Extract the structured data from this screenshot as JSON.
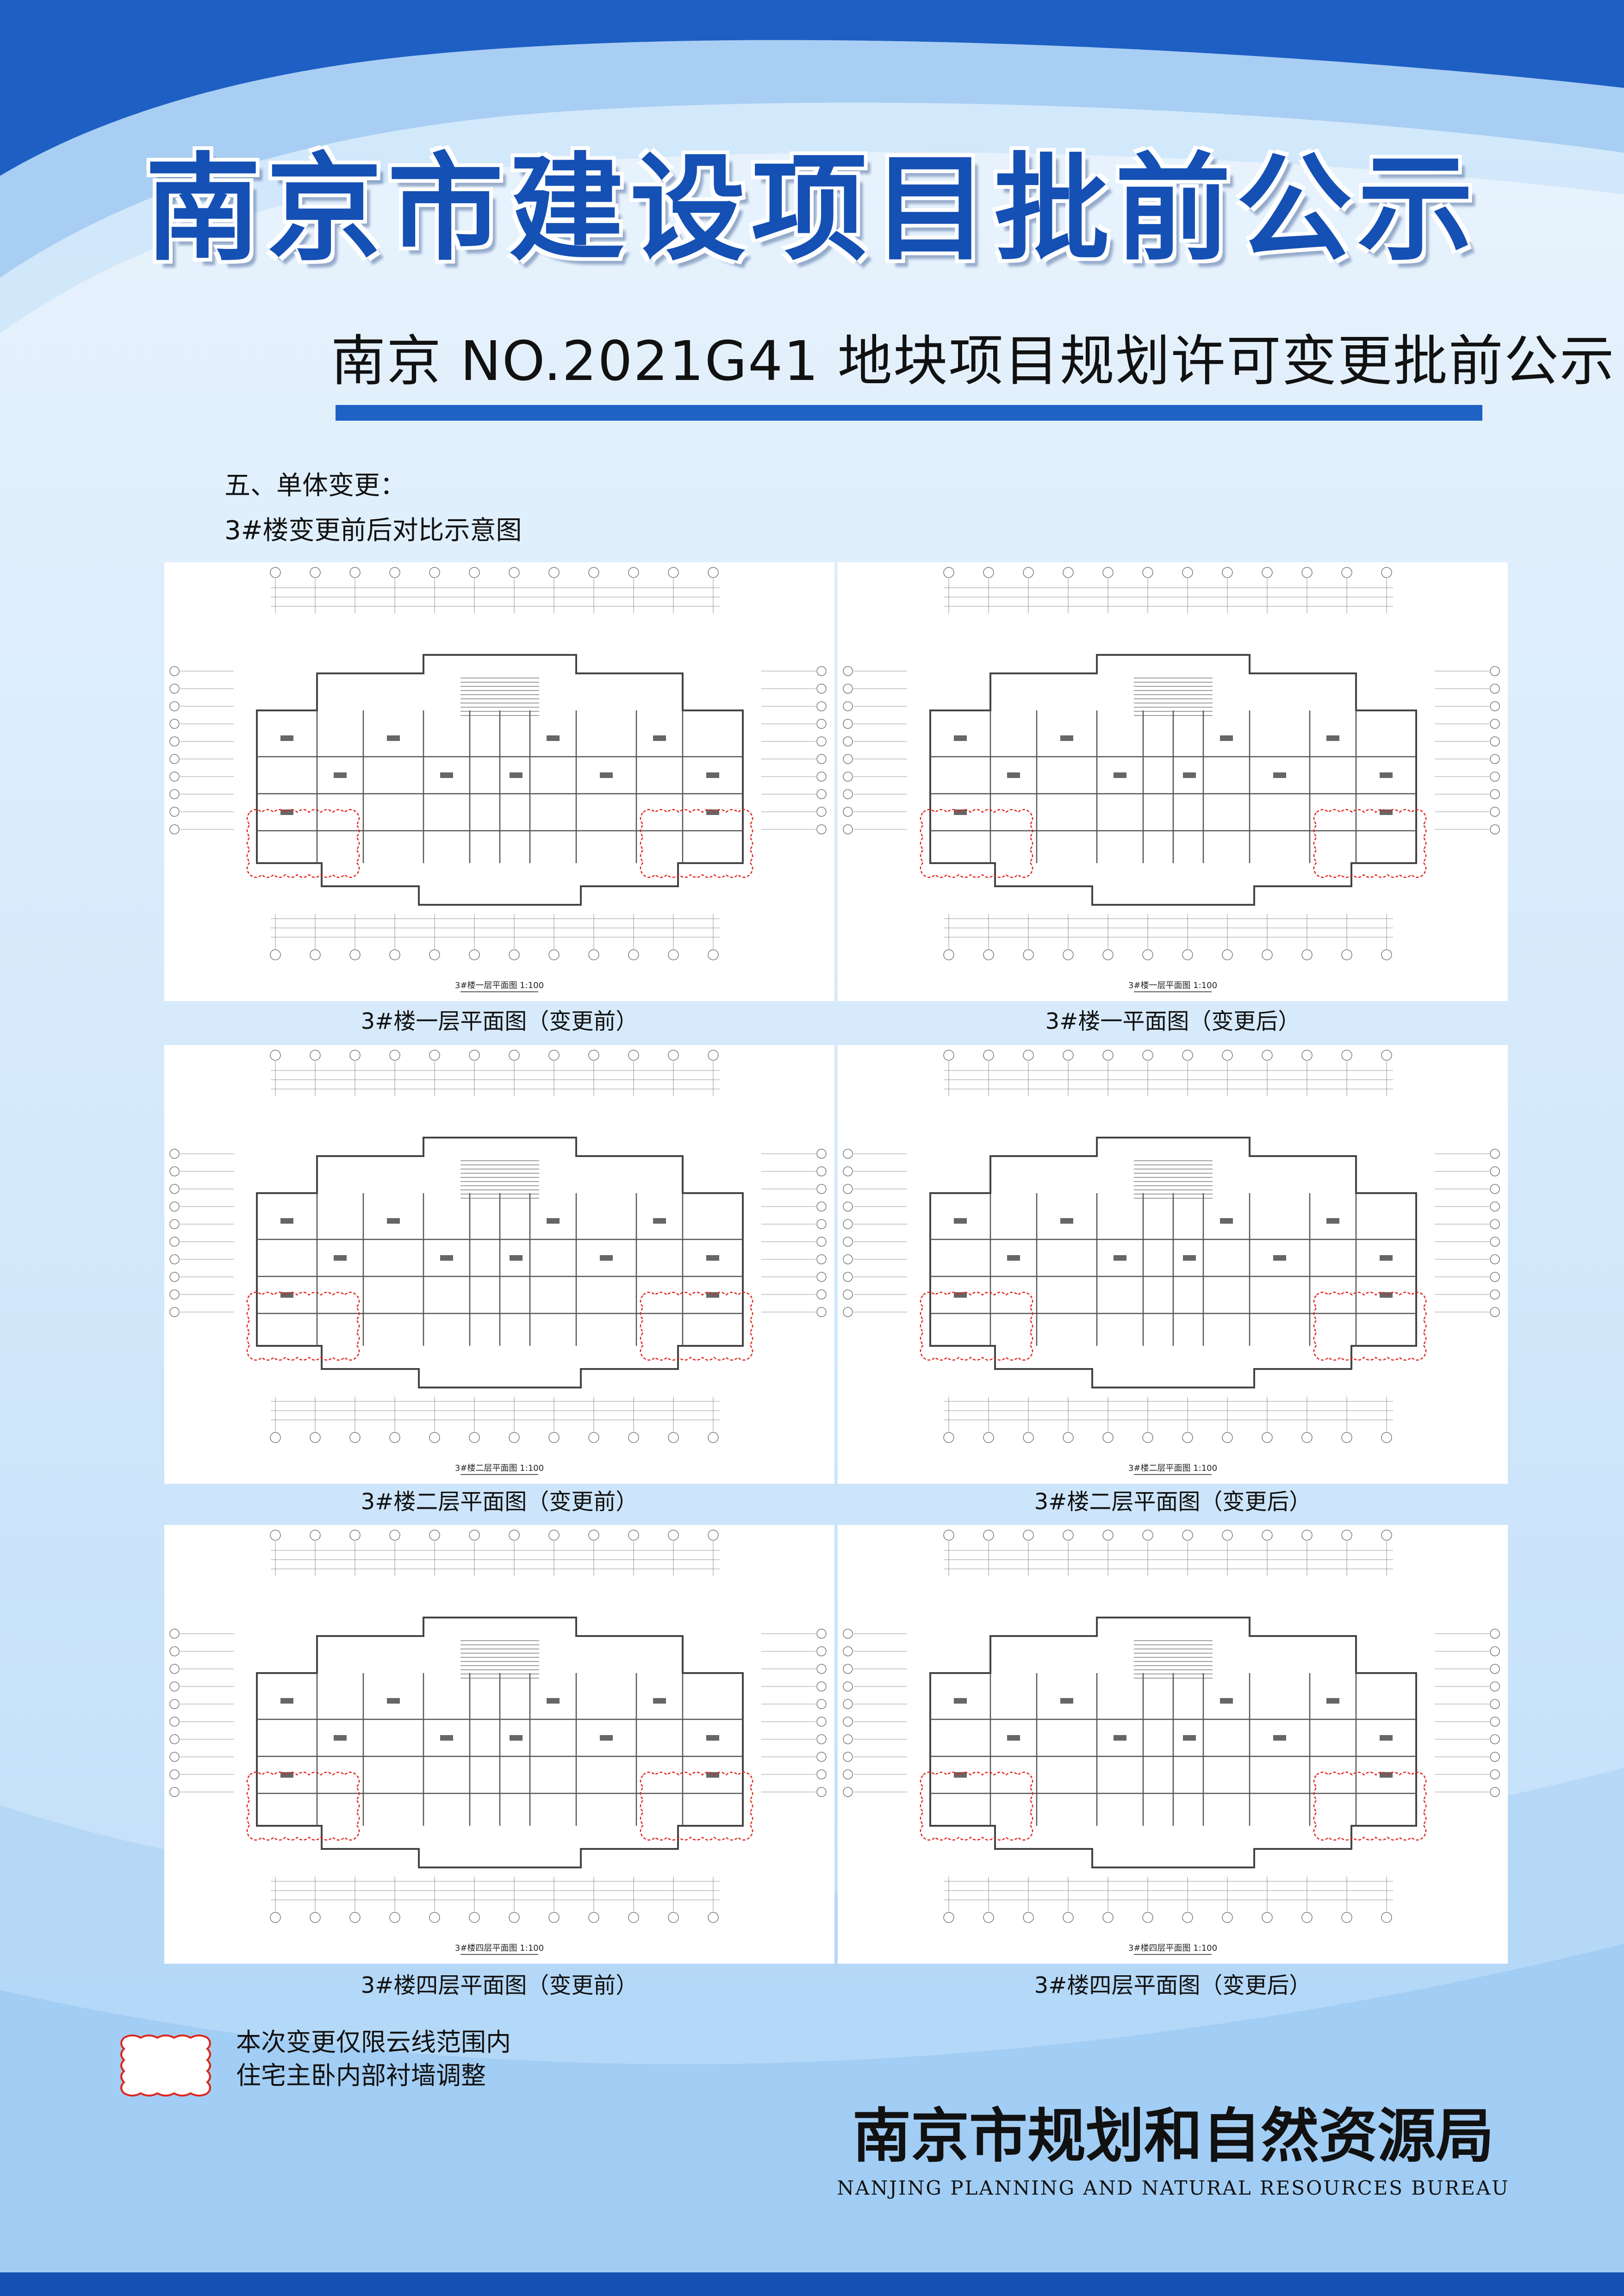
{
  "header": {
    "main_title": "南京市建设项目批前公示",
    "sub_title": "南京 NO.2021G41 地块项目规划许可变更批前公示"
  },
  "section": {
    "heading": "五、单体变更：",
    "subheading": "3#楼变更前后对比示意图"
  },
  "panels": [
    {
      "caption": "3#楼一层平面图（变更前）",
      "drawing_label": "3#楼一层平面图"
    },
    {
      "caption": "3#楼一平面图（变更后）",
      "drawing_label": "3#楼一层平面图"
    },
    {
      "caption": "3#楼二层平面图（变更前）",
      "drawing_label": "3#楼二层平面图"
    },
    {
      "caption": "3#楼二层平面图（变更后）",
      "drawing_label": "3#楼二层平面图"
    },
    {
      "caption": "3#楼四层平面图（变更前）",
      "drawing_label": "3#楼四层平面图"
    },
    {
      "caption": "3#楼四层平面图（变更后）",
      "drawing_label": "3#楼四层平面图"
    }
  ],
  "scale": "1:100",
  "legend": {
    "line1": "本次变更仅限云线范围内",
    "line2": "住宅主卧内部衬墙调整"
  },
  "footer": {
    "org_cn": "南京市规划和自然资源局",
    "org_en": "NANJING PLANNING AND NATURAL RESOURCES BUREAU"
  },
  "colors": {
    "brand_blue": "#1550b4",
    "bar_blue": "#1f62c6",
    "cloud_red": "#e0241b"
  }
}
